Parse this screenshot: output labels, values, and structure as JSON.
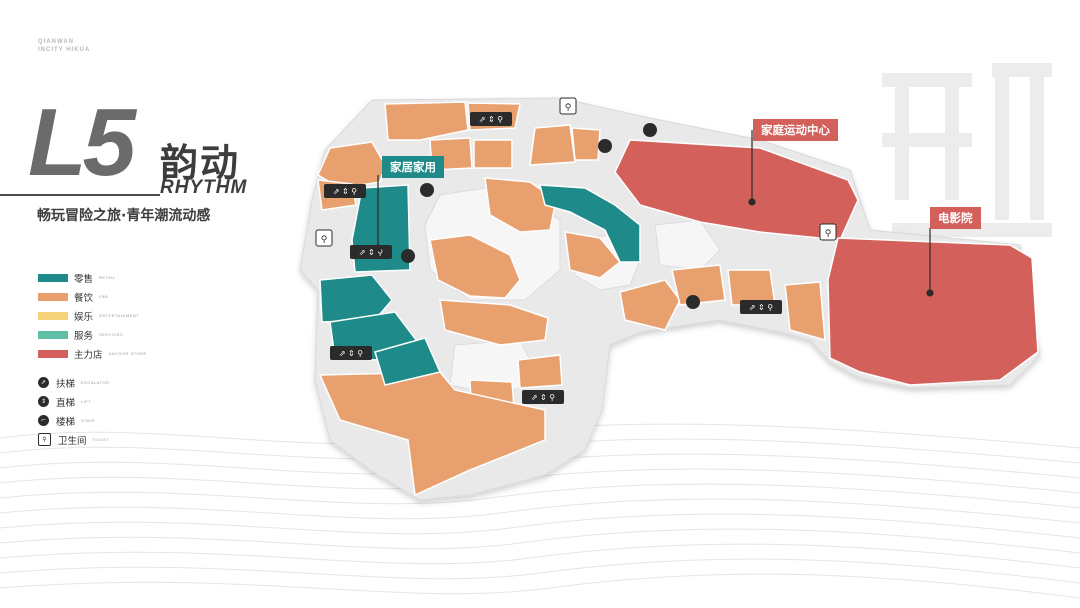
{
  "brand": {
    "line1": "QIANWAN",
    "line2": "INCITY HIKUA"
  },
  "floor": "L5",
  "title_cn": "韵动",
  "title_en": "RHYTHM",
  "subtitle": "畅玩冒险之旅·青年潮流动感",
  "legend": [
    {
      "label": "零售",
      "en": "RETAIL",
      "color": "#1e8a8a"
    },
    {
      "label": "餐饮",
      "en": "F&B",
      "color": "#e8a06f"
    },
    {
      "label": "娱乐",
      "en": "ENTERTAINMENT",
      "color": "#f3d27a"
    },
    {
      "label": "服务",
      "en": "SERVICES",
      "color": "#5fbfa6"
    },
    {
      "label": "主力店",
      "en": "ANCHOR STORE",
      "color": "#d3605a"
    }
  ],
  "facilities": [
    {
      "label": "扶梯",
      "en": "ESCALATOR",
      "icon": "escalator-icon",
      "glyph": "⇗"
    },
    {
      "label": "直梯",
      "en": "LIFT",
      "icon": "elevator-icon",
      "glyph": "⇕"
    },
    {
      "label": "楼梯",
      "en": "STAIR",
      "icon": "stairs-icon",
      "glyph": "⌐"
    },
    {
      "label": "卫生间",
      "en": "TOILET",
      "icon": "toilet-icon",
      "glyph": "⚲"
    }
  ],
  "callouts": {
    "home": "家居家用",
    "family_sports": "家庭运动中心",
    "cinema": "电影院"
  },
  "colors": {
    "retail": "#1e8a8a",
    "fnb": "#e8a06f",
    "anchor": "#d3605a",
    "floor_base": "#e9e9e9",
    "outline": "#ffffff"
  }
}
